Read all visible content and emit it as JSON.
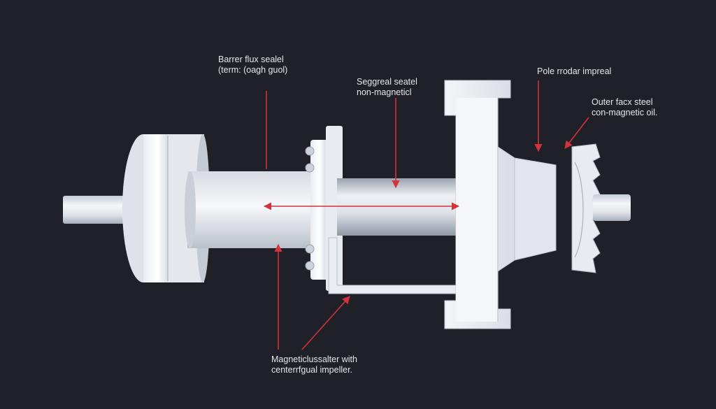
{
  "diagram": {
    "colors": {
      "background": "#1f2028",
      "annotation": "#d2323a",
      "metal_light": "#f1f3f7",
      "metal_mid": "#cfd4dc",
      "metal_dark": "#9aa2ae"
    },
    "labels": {
      "barrier": [
        "Barrer flux sealel",
        "(term: (oagh guol)"
      ],
      "segreal": [
        "Seggreal seatel",
        "non-magneticl"
      ],
      "pole": [
        "Pole rrodar impreal"
      ],
      "outer": [
        "Outer facx steel",
        "con-magnetic oil."
      ],
      "magnetic": [
        "Magneticlussalter with",
        "centerrfgual impeller."
      ]
    }
  }
}
